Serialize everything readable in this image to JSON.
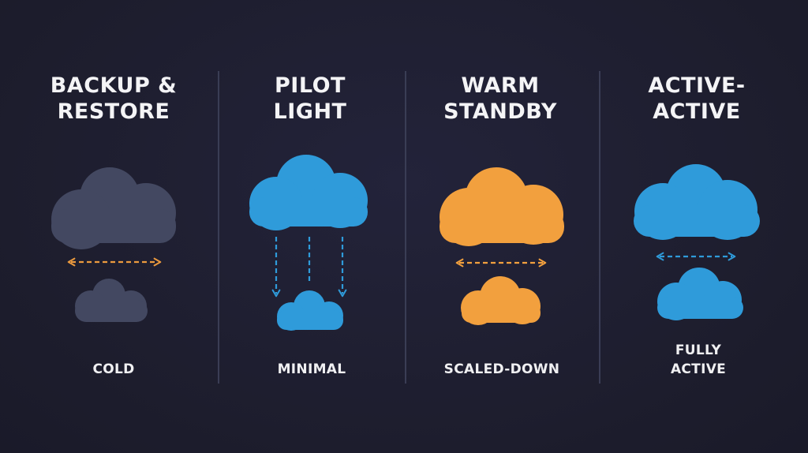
{
  "columns": [
    {
      "title_lines": [
        "BACKUP &",
        "RESTORE"
      ],
      "caption_lines": [
        "COLD"
      ],
      "cloud_color": "#434861",
      "arrow_color": "#eb9a3e"
    },
    {
      "title_lines": [
        "PILOT",
        "LIGHT"
      ],
      "caption_lines": [
        "MINIMAL"
      ],
      "cloud_color": "#2f9bda",
      "arrow_color": "#2f9bda"
    },
    {
      "title_lines": [
        "WARM",
        "STANDBY"
      ],
      "caption_lines": [
        "SCALED-DOWN"
      ],
      "cloud_color": "#f2a03e",
      "arrow_color": "#f2a03e"
    },
    {
      "title_lines": [
        "ACTIVE-",
        "ACTIVE"
      ],
      "caption_lines": [
        "FULLY",
        "ACTIVE"
      ],
      "cloud_color": "#2f9bda",
      "arrow_color": "#2f9bda"
    }
  ],
  "colors": {
    "background": "#1f1f30",
    "divider": "#3a3d55",
    "text": "#f4f4f6"
  }
}
